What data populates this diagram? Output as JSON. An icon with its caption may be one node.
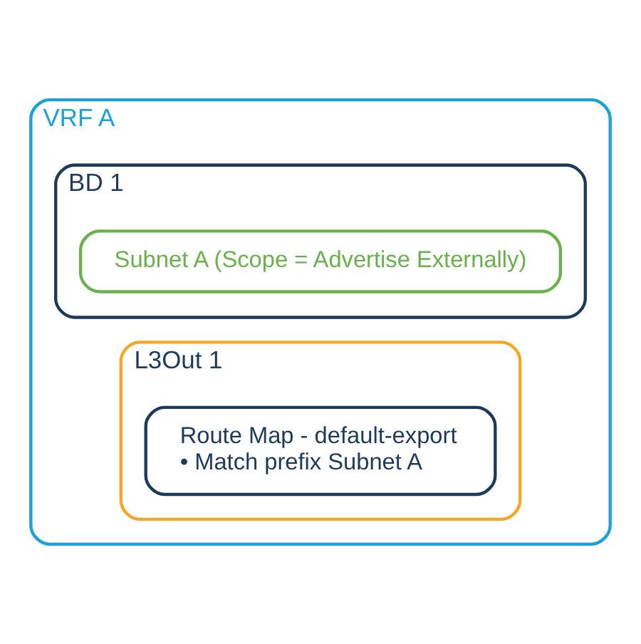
{
  "diagram": {
    "nodes": [
      {
        "text": [
          "VRF A"
        ]
      },
      {
        "text": [
          "BD 1"
        ],
        "in": 0
      },
      {
        "text": [
          "Subnet A (Scope = Advertise Externally)"
        ],
        "in": 1
      },
      {
        "text": [
          "L3Out 1"
        ],
        "in": 0
      },
      {
        "text": [
          "Route Map - default-export",
          "• Match prefix Subnet A"
        ],
        "in": 3
      }
    ]
  }
}
